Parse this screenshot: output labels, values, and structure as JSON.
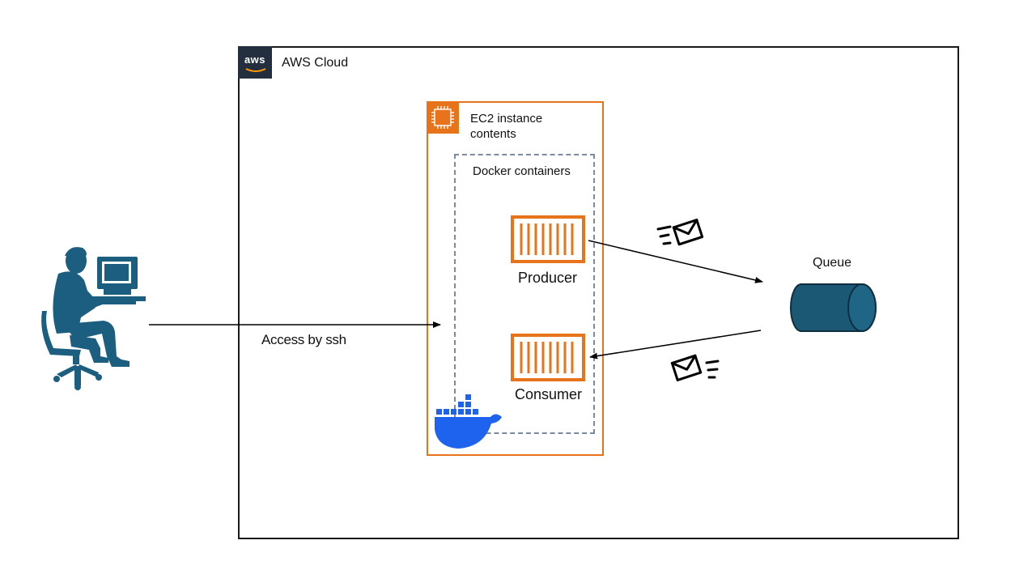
{
  "aws": {
    "logo_text": "aws",
    "cloud_label": "AWS Cloud"
  },
  "ec2": {
    "label_line1": "EC2 instance",
    "label_line2": "contents"
  },
  "docker": {
    "label": "Docker containers"
  },
  "producer": {
    "label": "Producer"
  },
  "consumer": {
    "label": "Consumer"
  },
  "queue": {
    "label": "Queue"
  },
  "access": {
    "label": "Access by ssh"
  },
  "colors": {
    "aws_dark": "#232F3E",
    "ec2_orange": "#E7741A",
    "docker_blue": "#1D63ED",
    "queue_teal": "#1B5873",
    "user_blue": "#1B5E80"
  }
}
